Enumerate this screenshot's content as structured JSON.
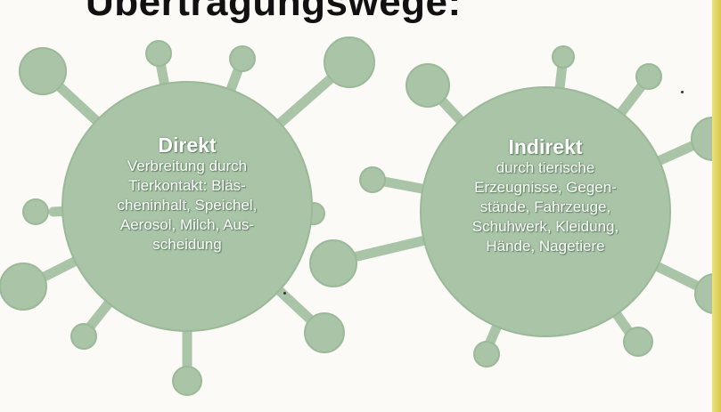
{
  "title": "Übertragungswege:",
  "colors": {
    "virus_fill": "#a9c4a7",
    "virus_stroke": "#8fae8c",
    "text": "#ffffff"
  },
  "direct": {
    "heading": "Direkt",
    "lines": [
      "Verbreitung durch",
      "Tierkontakt: Bläs-",
      "cheninhalt, Speichel,",
      "Aerosol, Milch, Aus-",
      "scheidung"
    ]
  },
  "indirect": {
    "heading": "Indirekt",
    "lines": [
      "durch tierische",
      "Erzeugnisse, Gegen-",
      "stände, Fahrzeuge,",
      "Schuhwerk, Kleidung,",
      "Hände, Nagetiere"
    ]
  }
}
